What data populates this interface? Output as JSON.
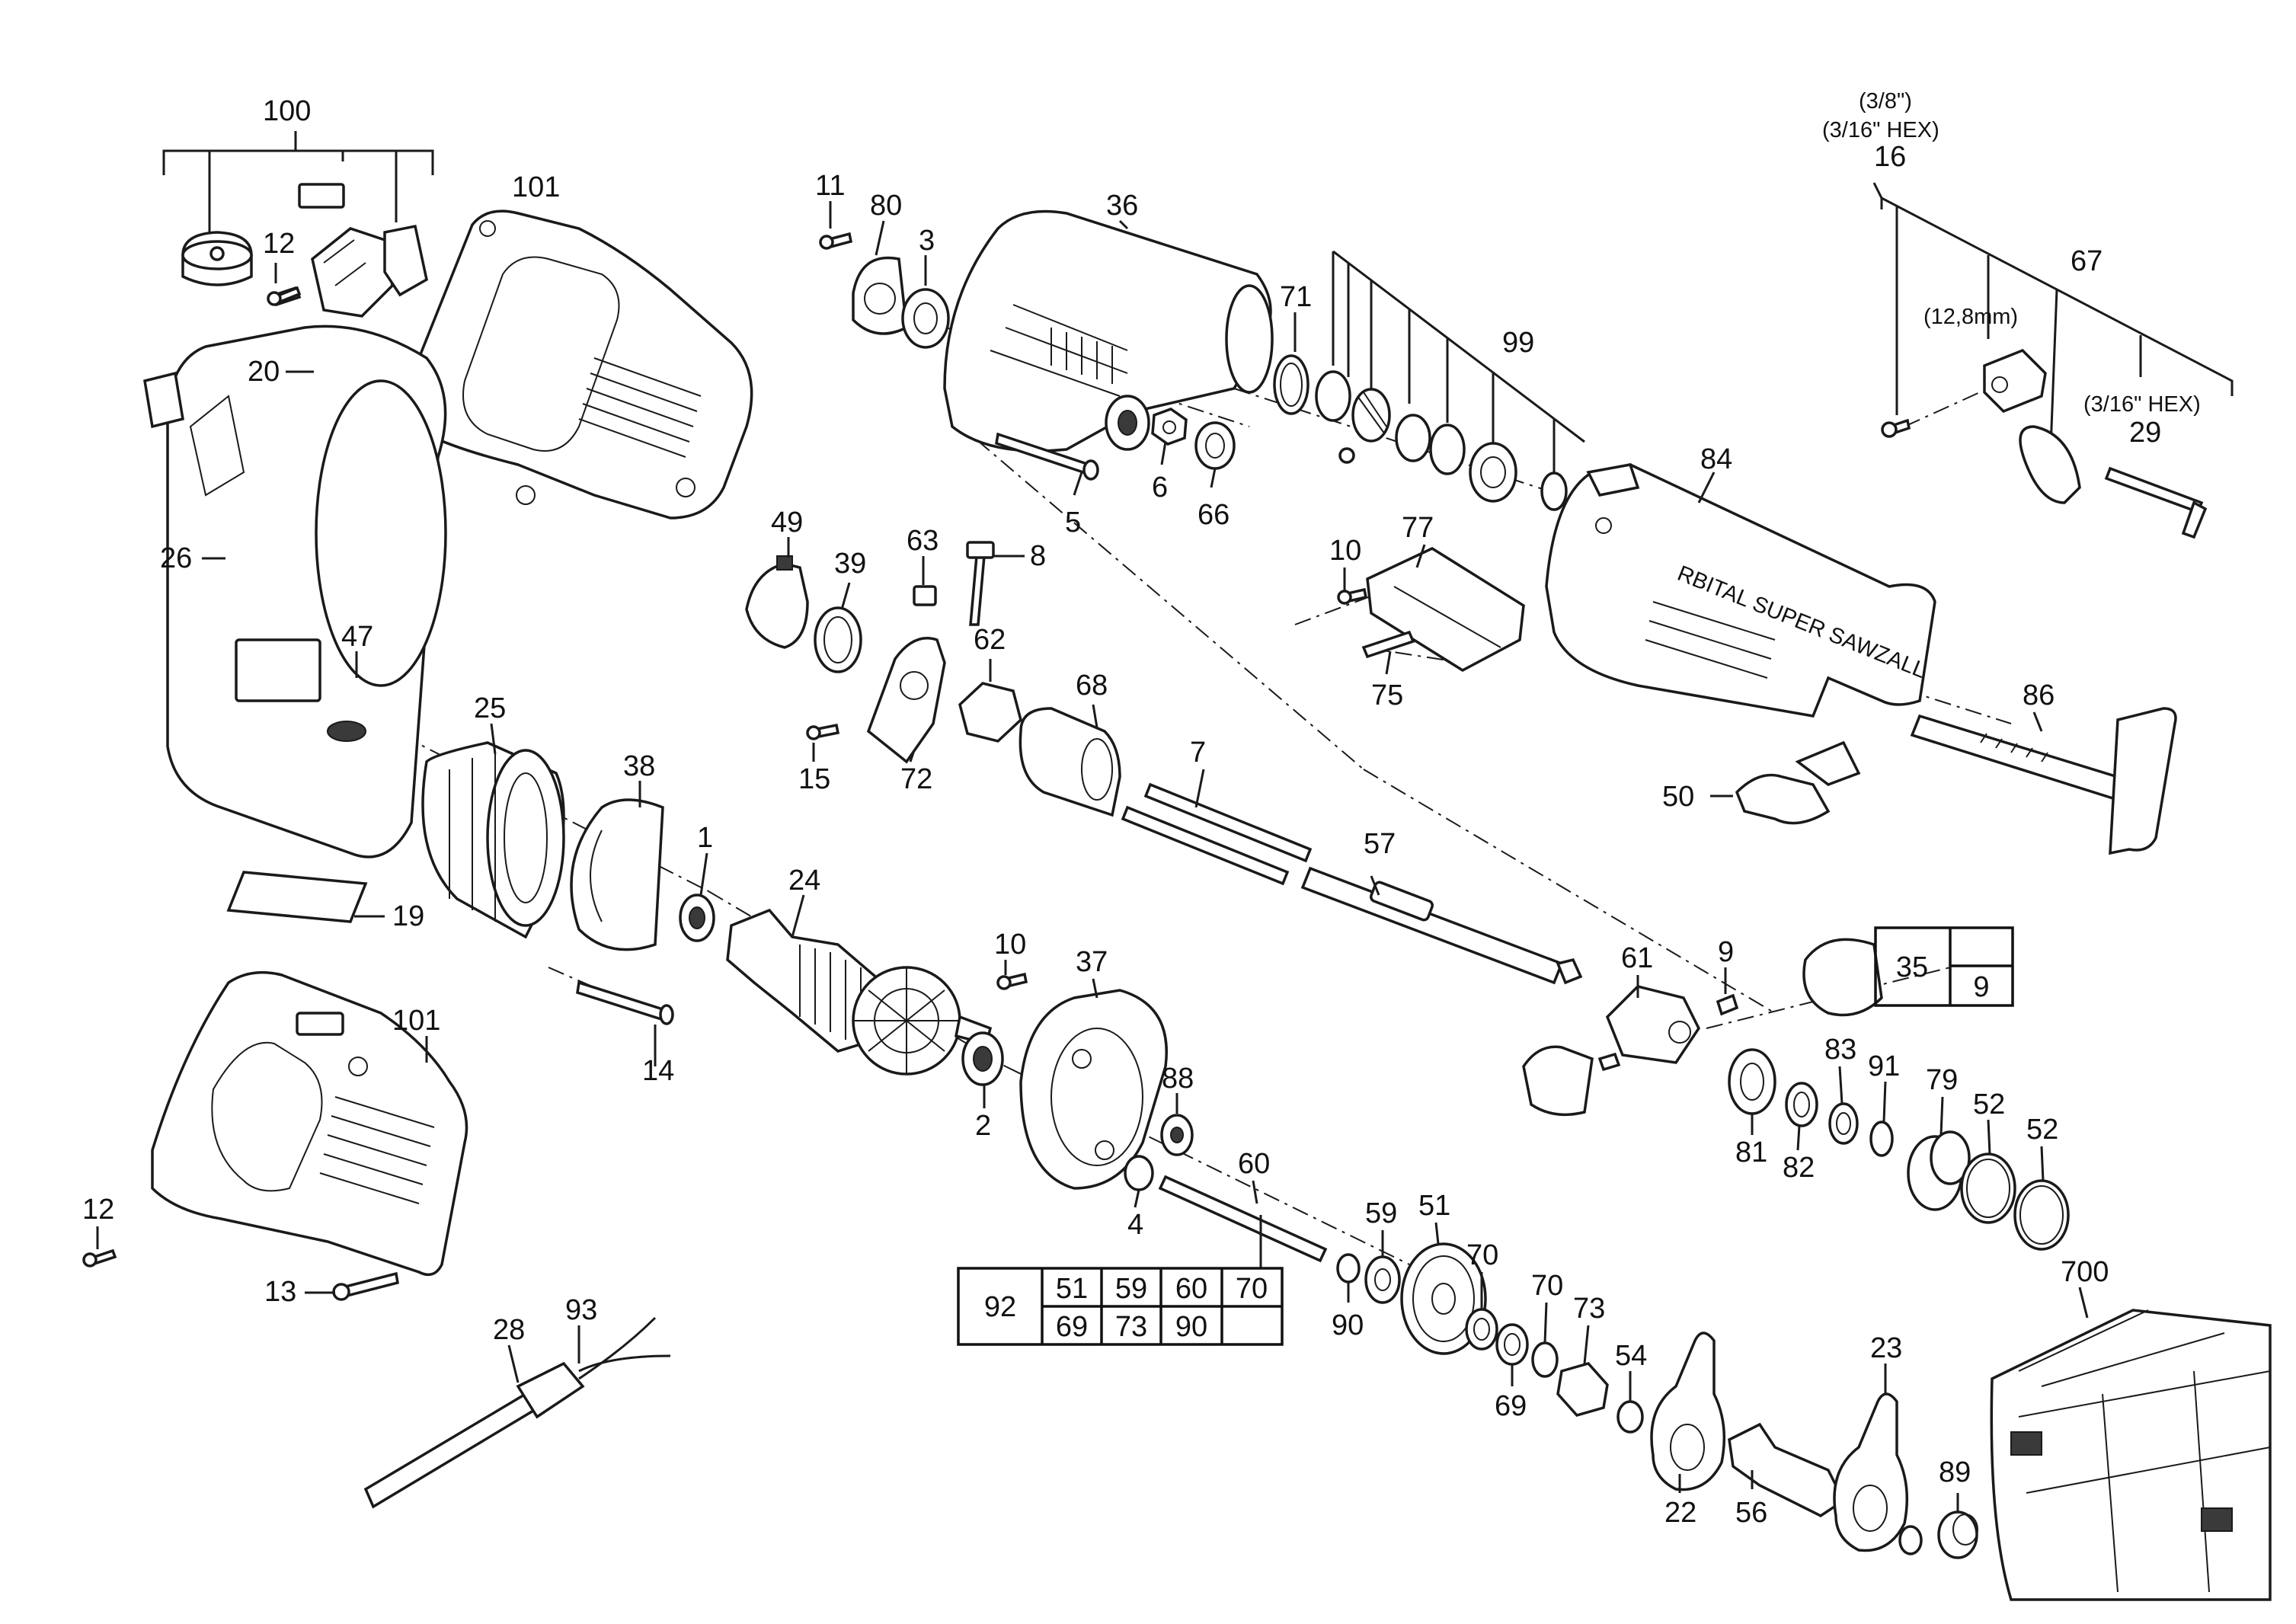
{
  "colors": {
    "ink": "#111111",
    "background": "#ffffff"
  },
  "labels": {
    "p100": "100",
    "p101a": "101",
    "p101b": "101",
    "p12a": "12",
    "p12b": "12",
    "p20": "20",
    "p26": "26",
    "p47": "47",
    "p25": "25",
    "p38": "38",
    "p19": "19",
    "p1": "1",
    "p24": "24",
    "p14": "14",
    "p13": "13",
    "p28": "28",
    "p93": "93",
    "p11": "11",
    "p80": "80",
    "p3": "3",
    "p36": "36",
    "p71": "71",
    "p99": "99",
    "p6": "6",
    "p66": "66",
    "p5": "5",
    "p49": "49",
    "p39": "39",
    "p63": "63",
    "p8": "8",
    "p62": "62",
    "p15": "15",
    "p72": "72",
    "p68": "68",
    "p7": "7",
    "p10a": "10",
    "p10b": "10",
    "p77": "77",
    "p75": "75",
    "p84": "84",
    "p86": "86",
    "p50": "50",
    "p16": "16",
    "p67": "67",
    "p29": "29",
    "p57": "57",
    "p61": "61",
    "p9": "9",
    "p37": "37",
    "p88": "88",
    "p2": "2",
    "p4": "4",
    "p60": "60",
    "p81": "81",
    "p82": "82",
    "p83": "83",
    "p91": "91",
    "p79": "79",
    "p52a": "52",
    "p52b": "52",
    "p59": "59",
    "p51": "51",
    "p70a": "70",
    "p70b": "70",
    "p69": "69",
    "p73": "73",
    "p90": "90",
    "p54": "54",
    "p22": "22",
    "p56": "56",
    "p23": "23",
    "p89": "89",
    "p700": "700"
  },
  "notes": {
    "size_3_8": "(3/8\")",
    "hex_3_16_top": "(3/16\" HEX)",
    "size_12_8": "(12,8mm)",
    "hex_3_16_right": "(3/16\" HEX)",
    "brand_text": "RBITAL SUPER SAWZALL"
  },
  "kit_table_92": {
    "kit": "92",
    "row1": [
      "51",
      "59",
      "60",
      "70"
    ],
    "row2": [
      "69",
      "73",
      "90",
      ""
    ]
  },
  "kit_table_35": {
    "kit": "35",
    "item": "9"
  },
  "icons": [
    "motor-housing-icon",
    "gear-icon",
    "armature-icon",
    "handle-icon",
    "case-icon",
    "screw-icon",
    "bearing-icon"
  ]
}
